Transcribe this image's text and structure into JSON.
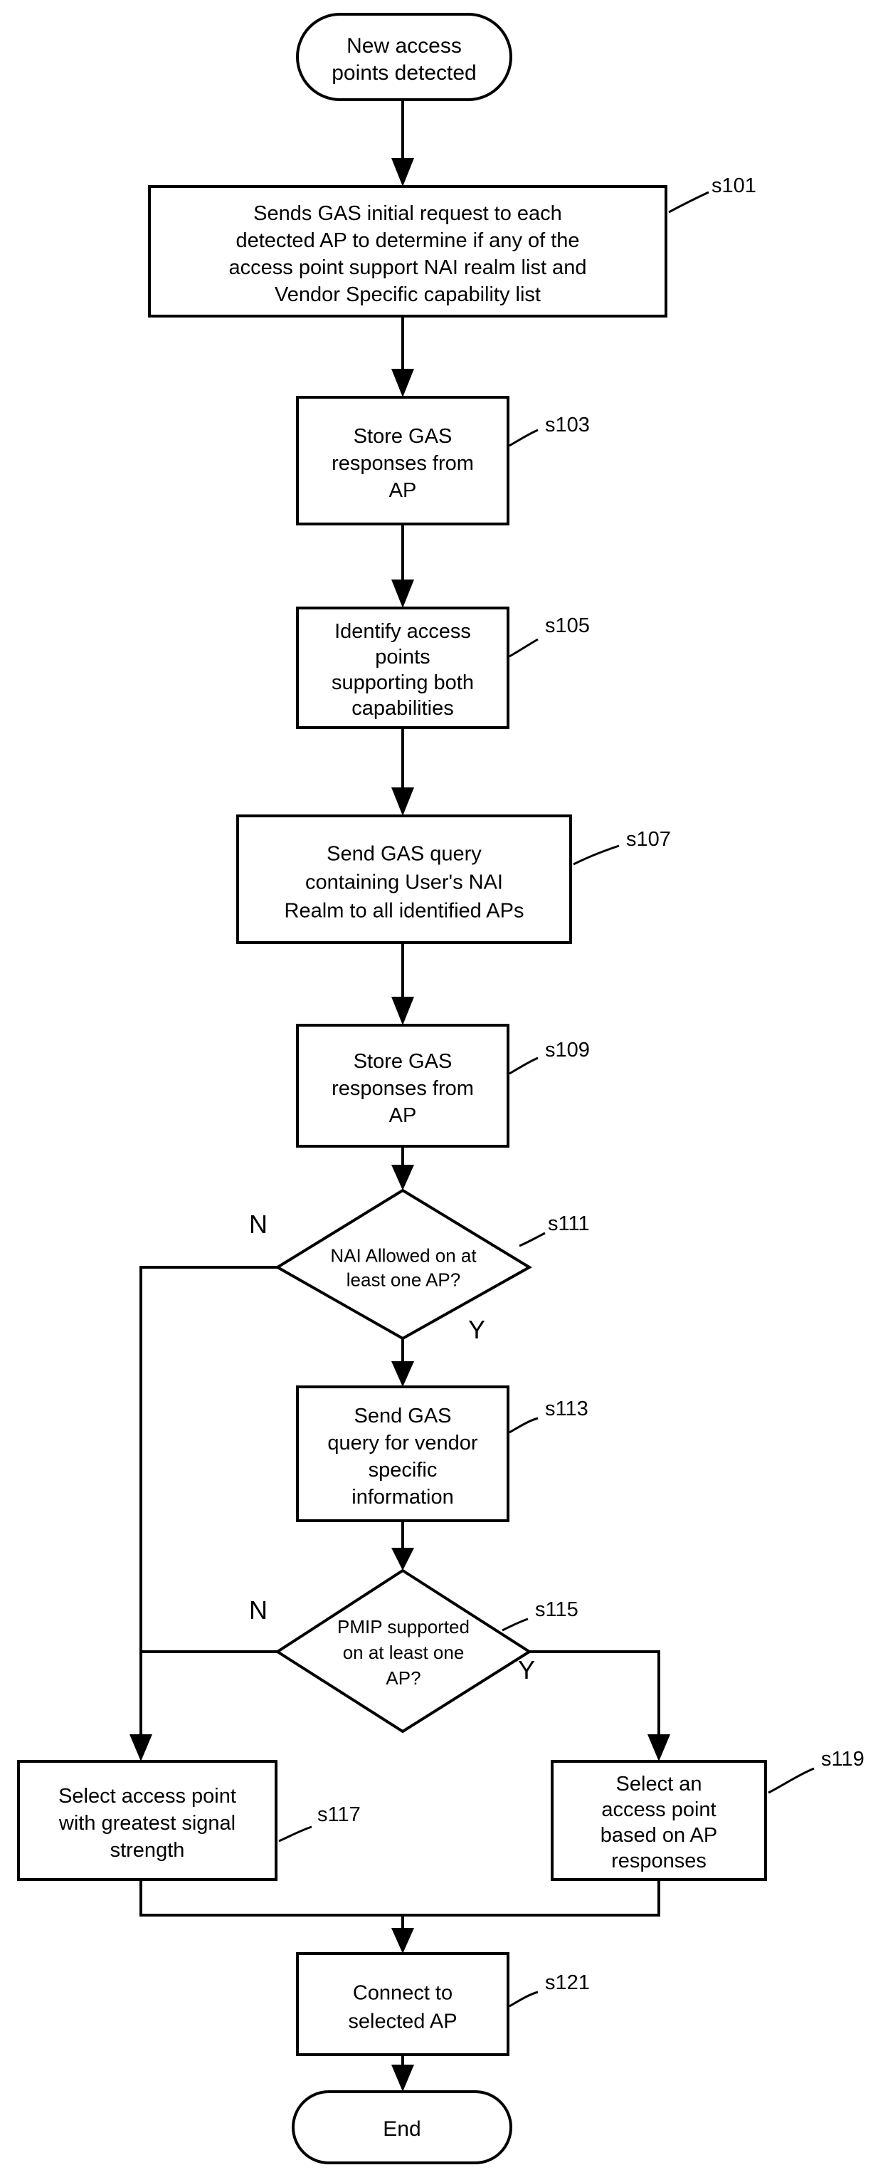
{
  "nodes": {
    "start": "New access points detected",
    "s101": "Sends GAS initial request to each detected AP to determine if any of the access point support NAI realm list and Vendor Specific capability list",
    "s103": "Store GAS responses from AP",
    "s105": "Identify access points supporting both capabilities",
    "s107": "Send GAS query containing User's NAI Realm to all identified APs",
    "s109": "Store GAS responses from AP",
    "s111": "NAI Allowed on at least one AP?",
    "s113": "Send GAS query for vendor specific information",
    "s115": "PMIP supported on at least one AP?",
    "s117": "Select access point with greatest signal strength",
    "s119": "Select an access point based on AP responses",
    "s121": "Connect to selected AP",
    "end": "End"
  },
  "lines": {
    "start": [
      "New access",
      "points detected"
    ],
    "s101": [
      "Sends GAS initial request to each",
      "detected AP to determine if any of the",
      "access point support NAI realm list and",
      "Vendor Specific capability list"
    ],
    "s103": [
      "Store GAS",
      "responses from",
      "AP"
    ],
    "s105": [
      "Identify access",
      "points",
      "supporting both",
      "capabilities"
    ],
    "s107": [
      "Send GAS query",
      "containing User's NAI",
      "Realm to all identified APs"
    ],
    "s109": [
      "Store GAS",
      "responses from",
      "AP"
    ],
    "s111": [
      "NAI Allowed on at",
      "least one AP?"
    ],
    "s113": [
      "Send GAS",
      "query for vendor",
      "specific",
      "information"
    ],
    "s115": [
      "PMIP supported",
      "on at least one",
      "AP?"
    ],
    "s117": [
      "Select access point",
      "with greatest signal",
      "strength"
    ],
    "s119": [
      "Select an",
      "access point",
      "based on AP",
      "responses"
    ],
    "s121": [
      "Connect to",
      "selected AP"
    ],
    "end": [
      "End"
    ]
  },
  "step_ids": {
    "s101": "s101",
    "s103": "s103",
    "s105": "s105",
    "s107": "s107",
    "s109": "s109",
    "s111": "s111",
    "s113": "s113",
    "s115": "s115",
    "s117": "s117",
    "s119": "s119",
    "s121": "s121"
  },
  "branches": {
    "s111_no": "N",
    "s111_yes": "Y",
    "s115_no": "N",
    "s115_yes": "Y"
  }
}
